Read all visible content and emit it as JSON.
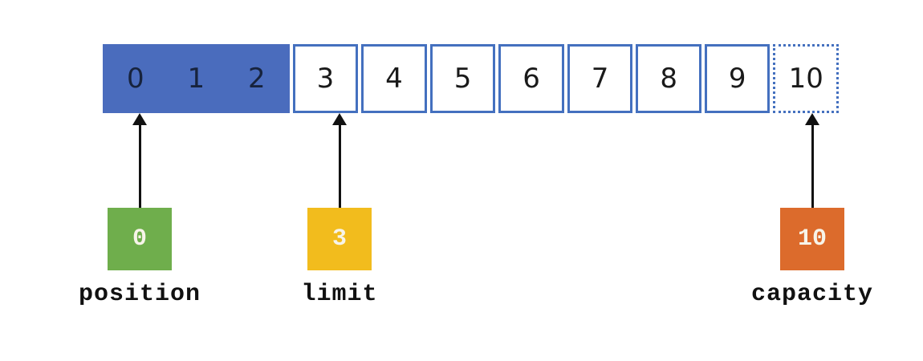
{
  "buffer": {
    "cells": [
      {
        "label": "0",
        "state": "filled"
      },
      {
        "label": "1",
        "state": "filled"
      },
      {
        "label": "2",
        "state": "filled"
      },
      {
        "label": "3",
        "state": "empty"
      },
      {
        "label": "4",
        "state": "empty"
      },
      {
        "label": "5",
        "state": "empty"
      },
      {
        "label": "6",
        "state": "empty"
      },
      {
        "label": "7",
        "state": "empty"
      },
      {
        "label": "8",
        "state": "empty"
      },
      {
        "label": "9",
        "state": "empty"
      },
      {
        "label": "10",
        "state": "dotted"
      }
    ],
    "pointers": [
      {
        "id": "position",
        "value": "0",
        "label": "position",
        "color": "#6fae4c",
        "points_to_cell": "0"
      },
      {
        "id": "limit",
        "value": "3",
        "label": "limit",
        "color": "#f2bc1d",
        "points_to_cell": "3"
      },
      {
        "id": "capacity",
        "value": "10",
        "label": "capacity",
        "color": "#dc6b2c",
        "points_to_cell": "10"
      }
    ],
    "colors": {
      "filled_fill_blue": "#4a6cbd",
      "cell_border_blue": "#4470bf",
      "filled_number_text": "#17233d",
      "cell_number_text": "#1a1a1a",
      "arrow_black": "#111111",
      "pointer_value_text": "#f7f4e9",
      "label_text": "#111111"
    }
  }
}
